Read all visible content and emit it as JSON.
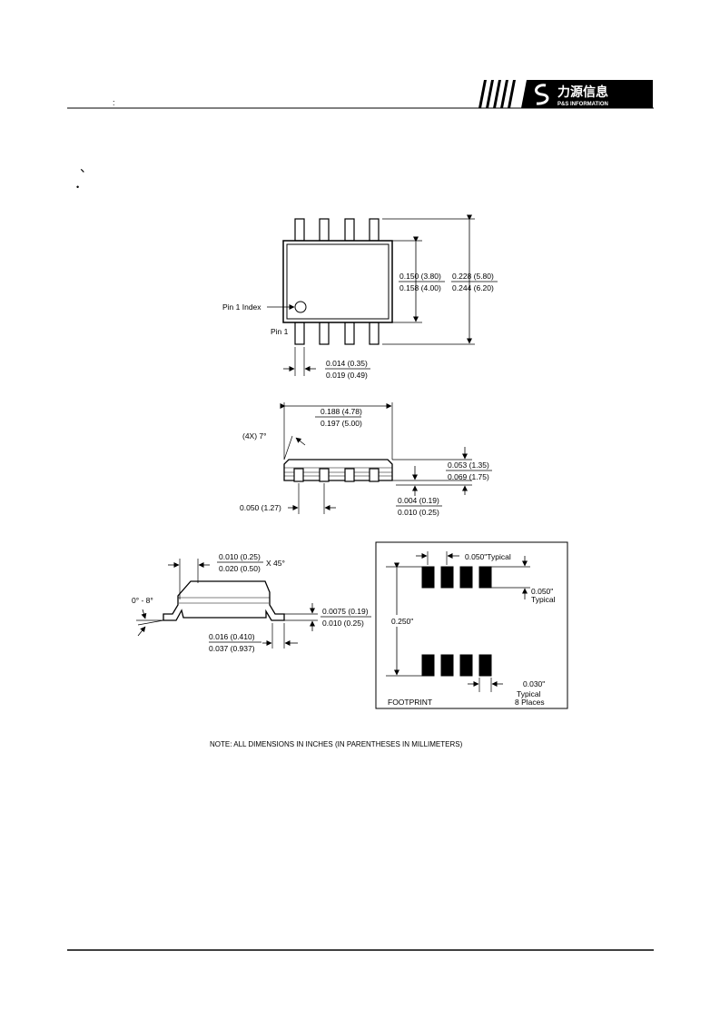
{
  "header": {
    "colon_mark": ":",
    "logo_cn": "力源信息",
    "logo_en": "P&S INFORMATION"
  },
  "body_marks": {
    "comma_mark": "、",
    "bullet_mark": "•"
  },
  "top_view": {
    "pin1_index_label": "Pin 1 Index",
    "pin1_label": "Pin 1",
    "body_width_min": "0.150 (3.80)",
    "body_width_max": "0.158 (4.00)",
    "overall_width_min": "0.228 (5.80)",
    "overall_width_max": "0.244 (6.20)",
    "lead_width_min": "0.014 (0.35)",
    "lead_width_max": "0.019 (0.49)"
  },
  "side_view": {
    "length_min": "0.188 (4.78)",
    "length_max": "0.197 (5.00)",
    "angle_label": "(4X) 7°",
    "height_min": "0.053 (1.35)",
    "height_max": "0.069 (1.75)",
    "standoff_min": "0.004 (0.19)",
    "standoff_max": "0.010 (0.25)",
    "pitch": "0.050 (1.27)"
  },
  "end_view": {
    "chamfer_min": "0.010 (0.25)",
    "chamfer_max": "0.020 (0.50)",
    "chamfer_suffix": "X 45°",
    "foot_angle": "0° - 8°",
    "foot_length_min": "0.016 (0.410)",
    "foot_length_max": "0.037 (0.937)",
    "lead_thickness_min": "0.0075 (0.19)",
    "lead_thickness_max": "0.010 (0.25)"
  },
  "footprint": {
    "pitch_label": "0.050\"Typical",
    "pad_length_value": "0.050\"",
    "pad_length_note": "Typical",
    "span_label": "0.250\"",
    "pad_width_value": "0.030\"",
    "pad_width_note": "Typical",
    "pad_width_places": "8 Places",
    "title": "FOOTPRINT"
  },
  "note": "NOTE: ALL DIMENSIONS IN INCHES (IN PARENTHESES IN MILLIMETERS)"
}
